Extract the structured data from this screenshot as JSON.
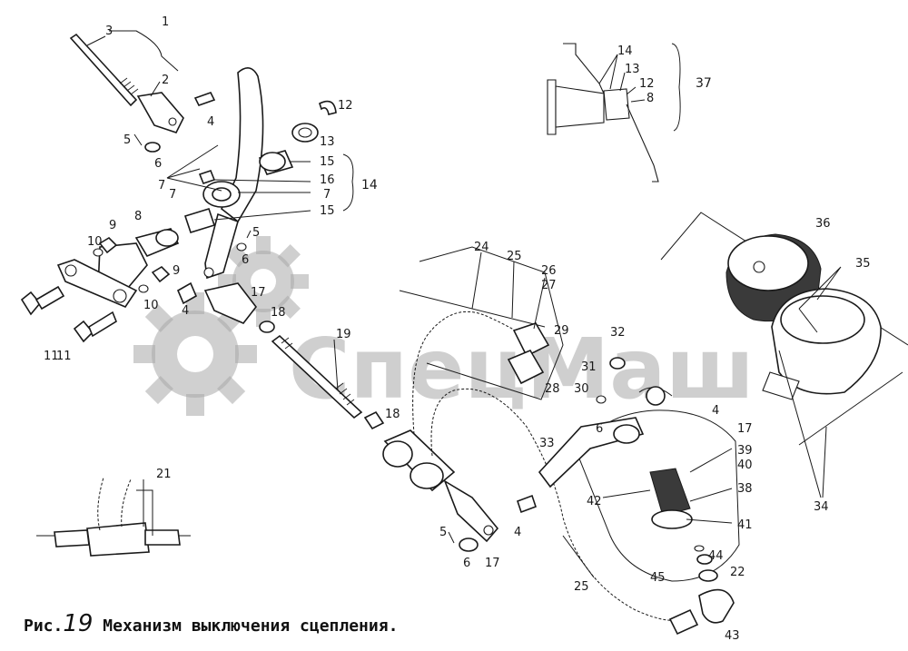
{
  "figure": {
    "prefix": "Рис.",
    "number": "19",
    "title": "Механизм выключения сцепления."
  },
  "watermark": {
    "text": "СпецМаш",
    "color": "#a9a9a9"
  },
  "insets": {
    "bracket_37": "37",
    "hose_21": "21"
  },
  "callouts": [
    "1",
    "2",
    "3",
    "4",
    "5",
    "6",
    "7",
    "7",
    "7",
    "8",
    "9",
    "9",
    "10",
    "10",
    "11",
    "11",
    "12",
    "13",
    "14",
    "15",
    "15",
    "16",
    "5",
    "6",
    "17",
    "18",
    "4",
    "19",
    "18",
    "24",
    "25",
    "26",
    "27",
    "29",
    "28",
    "32",
    "31",
    "30",
    "4",
    "33",
    "17",
    "39",
    "40",
    "38",
    "42",
    "41",
    "5",
    "6",
    "4",
    "6",
    "17",
    "25",
    "36",
    "35",
    "34",
    "44",
    "22",
    "45",
    "43",
    "14",
    "13",
    "12",
    "8"
  ]
}
